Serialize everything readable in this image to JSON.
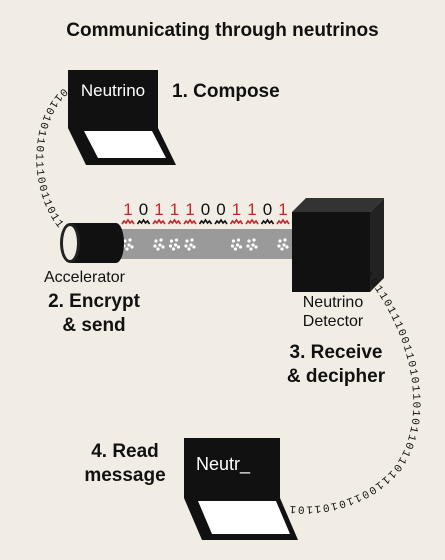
{
  "title": "Communicating through neutrinos",
  "steps": {
    "compose": "1. Compose",
    "encrypt_line1": "2. Encrypt",
    "encrypt_line2": "& send",
    "receive_line1": "3. Receive",
    "receive_line2": "& decipher",
    "read_line1": "4. Read",
    "read_line2": "message"
  },
  "labels": {
    "accelerator": "Accelerator",
    "detector_line1": "Neutrino",
    "detector_line2": "Detector"
  },
  "laptops": {
    "sender_screen": "Neutrino",
    "receiver_screen": "Neutr_"
  },
  "bits": {
    "beam": [
      {
        "d": "1",
        "red": true
      },
      {
        "d": "0",
        "red": false
      },
      {
        "d": "1",
        "red": true
      },
      {
        "d": "1",
        "red": true
      },
      {
        "d": "1",
        "red": true
      },
      {
        "d": "0",
        "red": false
      },
      {
        "d": "0",
        "red": false
      },
      {
        "d": "1",
        "red": true
      },
      {
        "d": "1",
        "red": true
      },
      {
        "d": "0",
        "red": false
      },
      {
        "d": "1",
        "red": true
      }
    ],
    "stream_left": "0110101101110011011",
    "stream_right": "011010110111001101011010110110111001101011010110"
  },
  "colors": {
    "background": "#f2ede4",
    "ink": "#111111",
    "accent_red": "#c0282d",
    "beam_gray": "#9a9a9a"
  }
}
